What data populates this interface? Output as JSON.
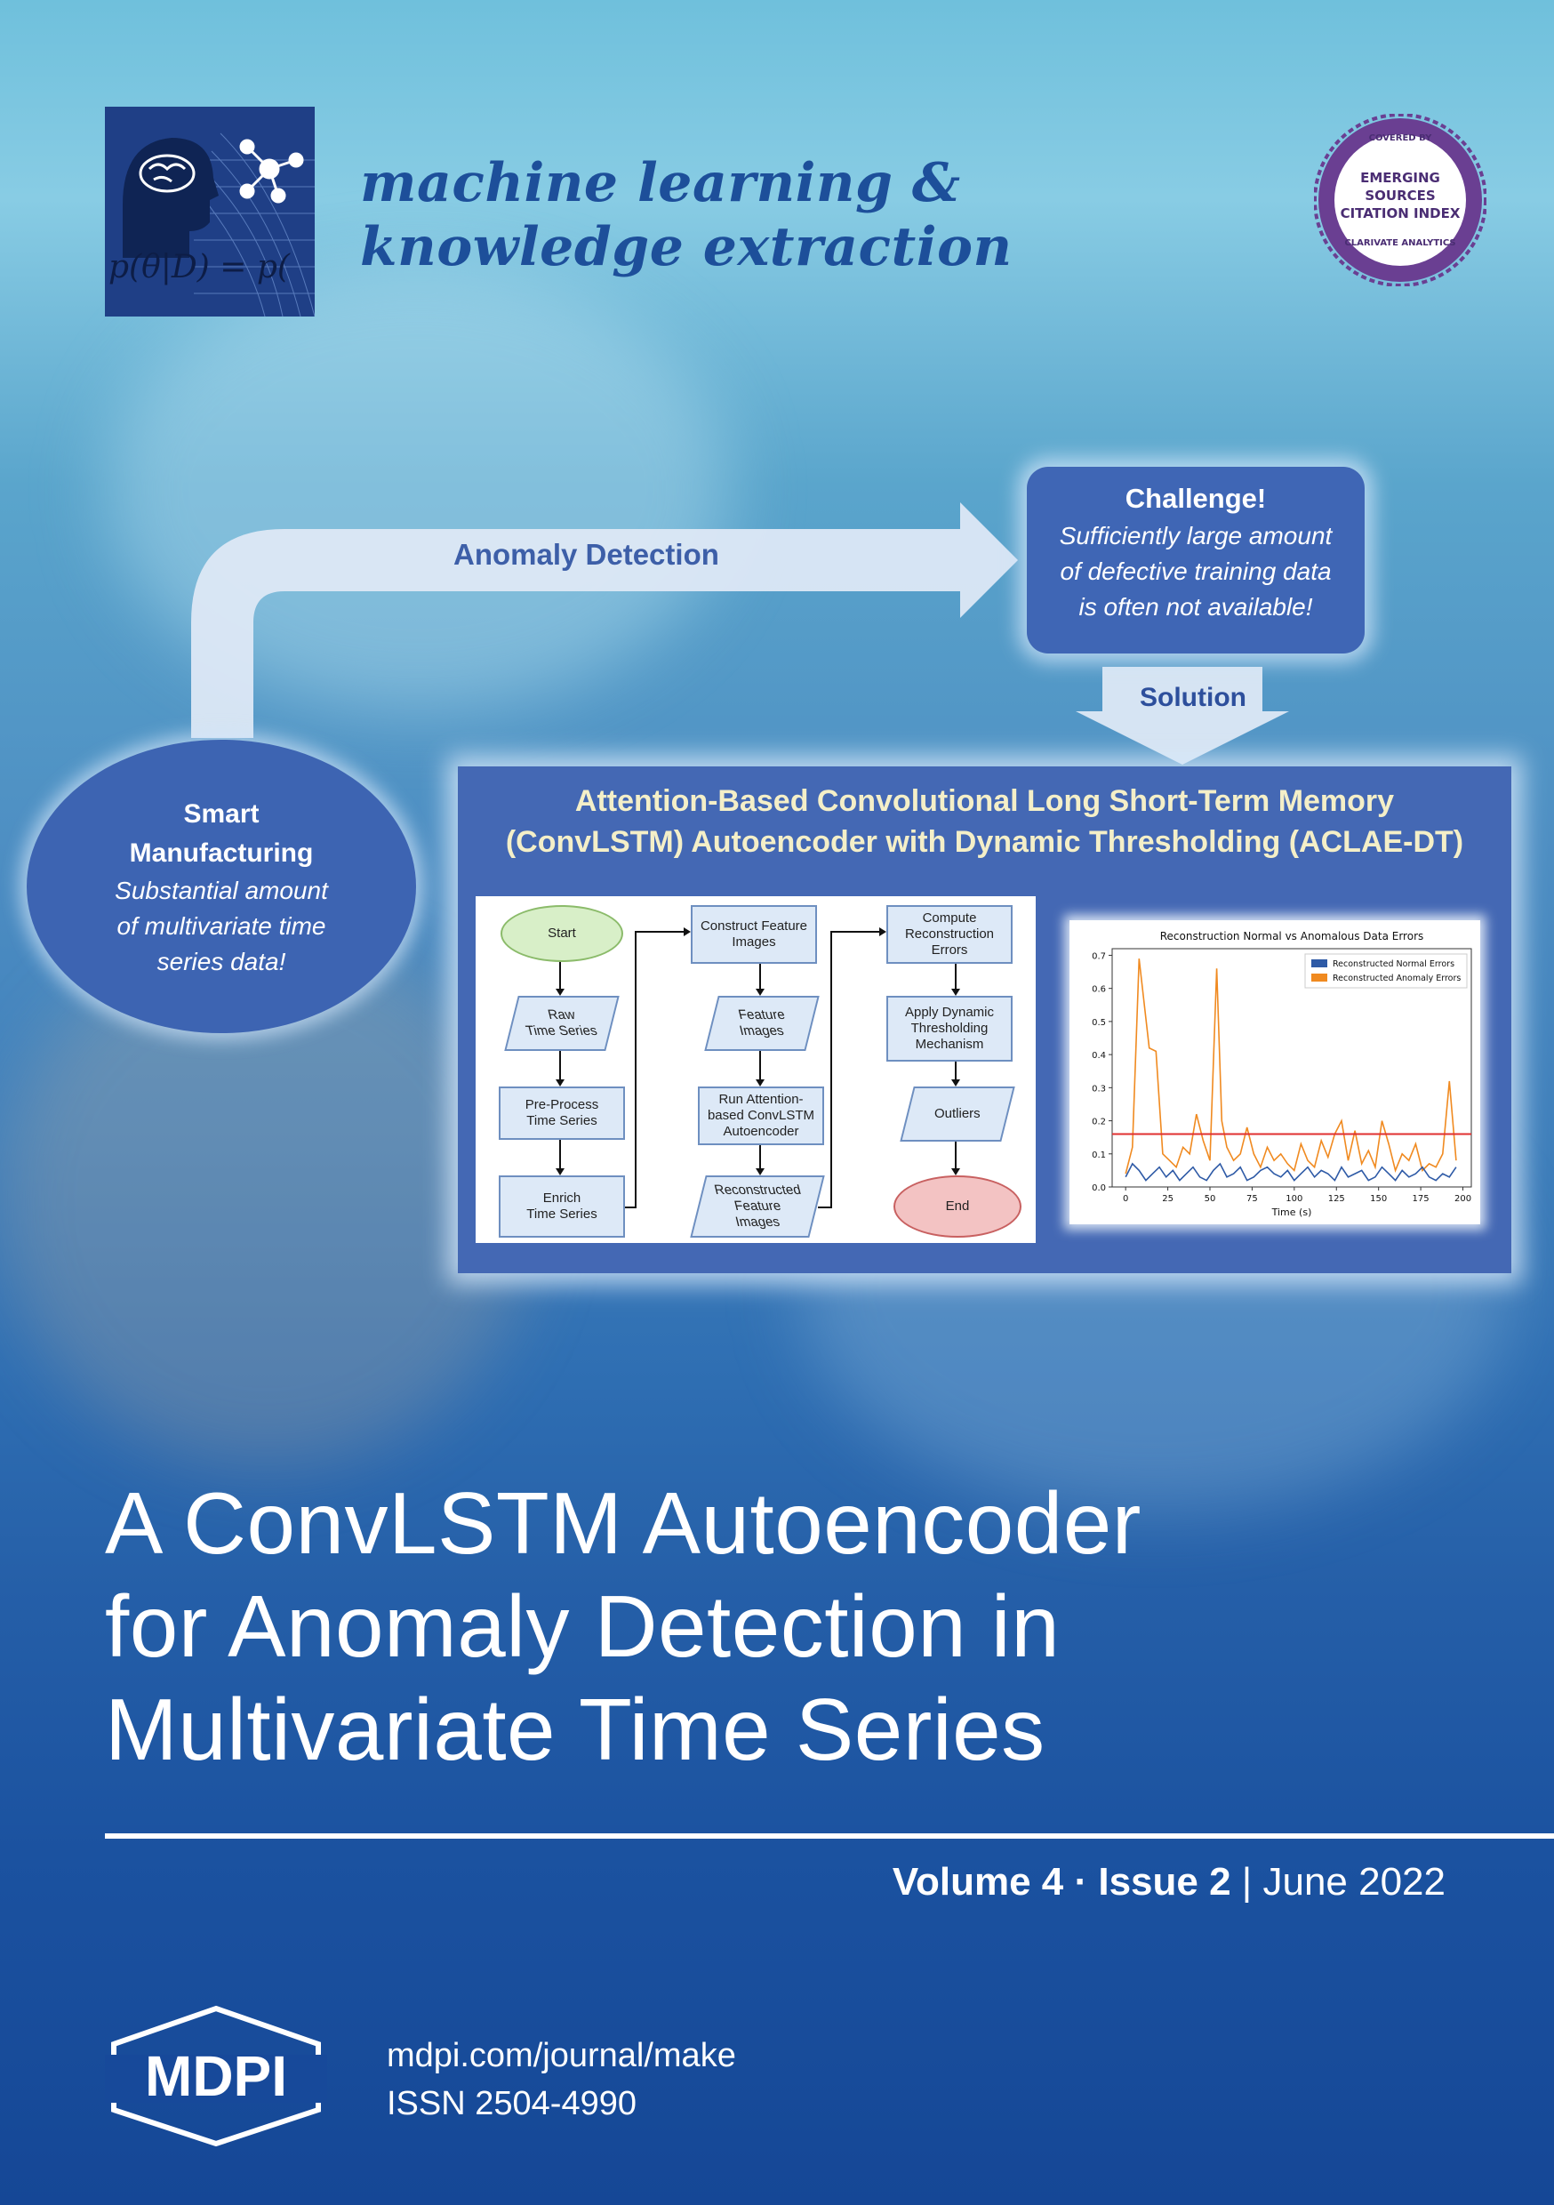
{
  "journal": {
    "name_line1": "machine learning &",
    "name_line2": "knowledge extraction",
    "logo_formula": "p(θ|D) = p("
  },
  "badge": {
    "top": "COVERED BY",
    "line1": "EMERGING",
    "line2": "SOURCES",
    "line3": "CITATION INDEX",
    "bottom": "CLARIVATE ANALYTICS"
  },
  "infographic": {
    "arrow_label": "Anomaly Detection",
    "challenge_title": "Challenge!",
    "challenge_lines": [
      "Sufficiently large amount",
      "of defective training data",
      "is often not available!"
    ],
    "solution_label": "Solution",
    "smart_title_1": "Smart",
    "smart_title_2": "Manufacturing",
    "smart_lines": [
      "Substantial amount",
      "of multivariate time",
      "series data!"
    ],
    "panel_title_1": "Attention-Based Convolutional Long Short-Term Memory",
    "panel_title_2": "(ConvLSTM) Autoencoder with Dynamic Thresholding (ACLAE-DT)"
  },
  "flowchart": {
    "start": "Start",
    "raw": [
      "Raw",
      "Time Series"
    ],
    "preprocess": [
      "Pre-Process",
      "Time Series"
    ],
    "enrich": [
      "Enrich",
      "Time Series"
    ],
    "construct": [
      "Construct Feature",
      "Images"
    ],
    "feature": [
      "Feature",
      "Images"
    ],
    "run": [
      "Run Attention-",
      "based ConvLSTM",
      "Autoencoder"
    ],
    "reconstructed": [
      "Reconstructed",
      "Feature",
      "Images"
    ],
    "compute": [
      "Compute",
      "Reconstruction",
      "Errors"
    ],
    "apply": [
      "Apply Dynamic",
      "Thresholding",
      "Mechanism"
    ],
    "outliers": "Outliers",
    "end": "End"
  },
  "chart_data": {
    "type": "line",
    "title": "Reconstruction Normal vs Anomalous Data Errors",
    "xlabel": "Time (s)",
    "ylabel": "",
    "xlim": [
      -8,
      205
    ],
    "ylim": [
      0,
      0.72
    ],
    "xticks": [
      0,
      25,
      50,
      75,
      100,
      125,
      150,
      175,
      200
    ],
    "yticks": [
      0.0,
      0.1,
      0.2,
      0.3,
      0.4,
      0.5,
      0.6,
      0.7
    ],
    "threshold": 0.16,
    "threshold_color": "#e03030",
    "legend_position": "top-right",
    "series": [
      {
        "name": "Reconstructed Normal Errors",
        "color": "#2e5aa6",
        "x": [
          0,
          4,
          8,
          12,
          16,
          20,
          24,
          28,
          32,
          36,
          40,
          44,
          48,
          52,
          56,
          60,
          64,
          68,
          72,
          76,
          80,
          84,
          88,
          92,
          96,
          100,
          104,
          108,
          112,
          116,
          120,
          124,
          128,
          132,
          136,
          140,
          144,
          148,
          152,
          156,
          160,
          164,
          168,
          172,
          176,
          180,
          184,
          188,
          192,
          196
        ],
        "y": [
          0.03,
          0.07,
          0.05,
          0.02,
          0.04,
          0.06,
          0.03,
          0.05,
          0.02,
          0.04,
          0.06,
          0.03,
          0.02,
          0.05,
          0.07,
          0.03,
          0.04,
          0.06,
          0.02,
          0.03,
          0.05,
          0.06,
          0.04,
          0.03,
          0.05,
          0.02,
          0.04,
          0.06,
          0.03,
          0.05,
          0.04,
          0.02,
          0.06,
          0.03,
          0.04,
          0.05,
          0.02,
          0.03,
          0.06,
          0.04,
          0.02,
          0.05,
          0.03,
          0.04,
          0.06,
          0.03,
          0.02,
          0.04,
          0.03,
          0.06
        ]
      },
      {
        "name": "Reconstructed Anomaly Errors",
        "color": "#f08a20",
        "x": [
          0,
          4,
          8,
          10,
          14,
          18,
          22,
          26,
          30,
          34,
          38,
          42,
          46,
          50,
          54,
          57,
          60,
          64,
          68,
          72,
          76,
          80,
          84,
          88,
          92,
          96,
          100,
          104,
          108,
          112,
          116,
          120,
          124,
          128,
          132,
          136,
          140,
          144,
          148,
          152,
          156,
          160,
          164,
          168,
          172,
          176,
          180,
          184,
          188,
          192,
          196
        ],
        "y": [
          0.04,
          0.12,
          0.69,
          0.6,
          0.42,
          0.41,
          0.1,
          0.08,
          0.06,
          0.12,
          0.1,
          0.22,
          0.14,
          0.08,
          0.66,
          0.2,
          0.12,
          0.08,
          0.1,
          0.18,
          0.1,
          0.06,
          0.12,
          0.08,
          0.1,
          0.07,
          0.05,
          0.13,
          0.08,
          0.06,
          0.14,
          0.09,
          0.16,
          0.2,
          0.08,
          0.17,
          0.07,
          0.11,
          0.06,
          0.2,
          0.13,
          0.05,
          0.1,
          0.08,
          0.13,
          0.05,
          0.07,
          0.06,
          0.1,
          0.32,
          0.08
        ]
      }
    ]
  },
  "cover": {
    "title_line1": "A ConvLSTM Autoencoder",
    "title_line2": "for Anomaly Detection in",
    "title_line3": "Multivariate Time Series",
    "volume": "Volume 4",
    "dot": " · ",
    "issue": "Issue 2",
    "sep": " | ",
    "date": "June 2022",
    "publisher": "MDPI",
    "url": "mdpi.com/journal/make",
    "issn": "ISSN 2504-4990"
  }
}
